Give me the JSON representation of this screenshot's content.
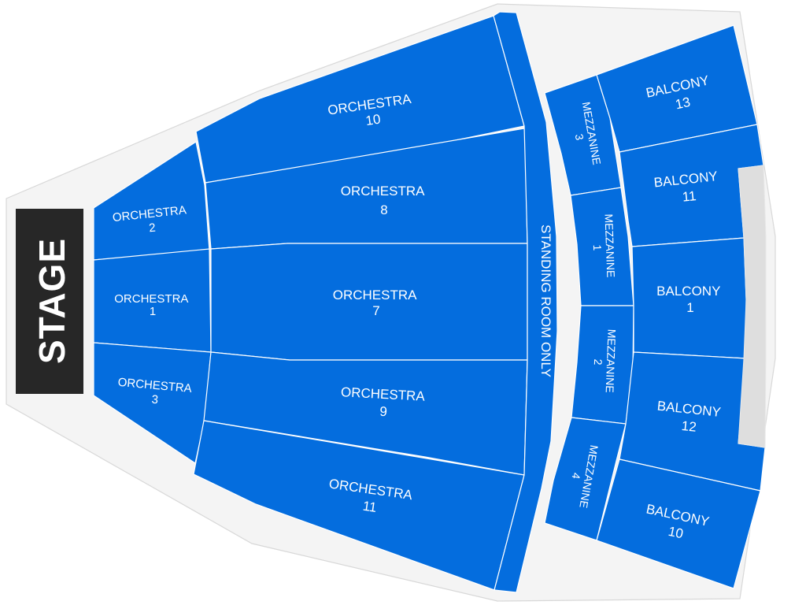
{
  "venue": {
    "stage_label": "STAGE",
    "section_color": "#046dde",
    "stage_color": "#272727",
    "floor_color": "#f4f4f4",
    "unavailable_color": "#dedede"
  },
  "sections": {
    "orchestra_1": {
      "name": "ORCHESTRA",
      "number": "1"
    },
    "orchestra_2": {
      "name": "ORCHESTRA",
      "number": "2"
    },
    "orchestra_3": {
      "name": "ORCHESTRA",
      "number": "3"
    },
    "orchestra_7": {
      "name": "ORCHESTRA",
      "number": "7"
    },
    "orchestra_8": {
      "name": "ORCHESTRA",
      "number": "8"
    },
    "orchestra_9": {
      "name": "ORCHESTRA",
      "number": "9"
    },
    "orchestra_10": {
      "name": "ORCHESTRA",
      "number": "10"
    },
    "orchestra_11": {
      "name": "ORCHESTRA",
      "number": "11"
    },
    "standing_room": {
      "name": "STANDING ROOM ONLY"
    },
    "mezzanine_1": {
      "name": "MEZZANINE",
      "number": "1"
    },
    "mezzanine_2": {
      "name": "MEZZANINE",
      "number": "2"
    },
    "mezzanine_3": {
      "name": "MEZZANINE",
      "number": "3"
    },
    "mezzanine_4": {
      "name": "MEZZANINE",
      "number": "4"
    },
    "balcony_1": {
      "name": "BALCONY",
      "number": "1"
    },
    "balcony_10": {
      "name": "BALCONY",
      "number": "10"
    },
    "balcony_11": {
      "name": "BALCONY",
      "number": "11"
    },
    "balcony_12": {
      "name": "BALCONY",
      "number": "12"
    },
    "balcony_13": {
      "name": "BALCONY",
      "number": "13"
    }
  }
}
